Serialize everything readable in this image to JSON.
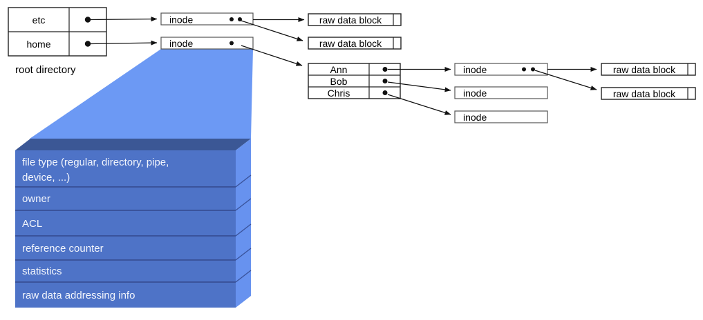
{
  "colors": {
    "beam": "#6C99F4",
    "slab_front": "#4E73C7",
    "slab_top": "#3B5795",
    "slab_side": "#6792EF",
    "slab_text": "#F2F5FC"
  },
  "root_directory": {
    "caption": "root directory",
    "entries": [
      {
        "name": "etc"
      },
      {
        "name": "home"
      }
    ]
  },
  "home_directory": {
    "entries": [
      {
        "name": "Ann"
      },
      {
        "name": "Bob"
      },
      {
        "name": "Chris"
      }
    ]
  },
  "inode_label": "inode",
  "raw_block_label": "raw data block",
  "inode_detail": {
    "fields": [
      {
        "lines": [
          "file type (regular, directory, pipe,",
          "device, ...)"
        ]
      },
      {
        "lines": [
          "owner"
        ]
      },
      {
        "lines": [
          "ACL"
        ]
      },
      {
        "lines": [
          "reference counter"
        ]
      },
      {
        "lines": [
          "statistics"
        ]
      },
      {
        "lines": [
          "raw data addressing info"
        ]
      }
    ]
  }
}
